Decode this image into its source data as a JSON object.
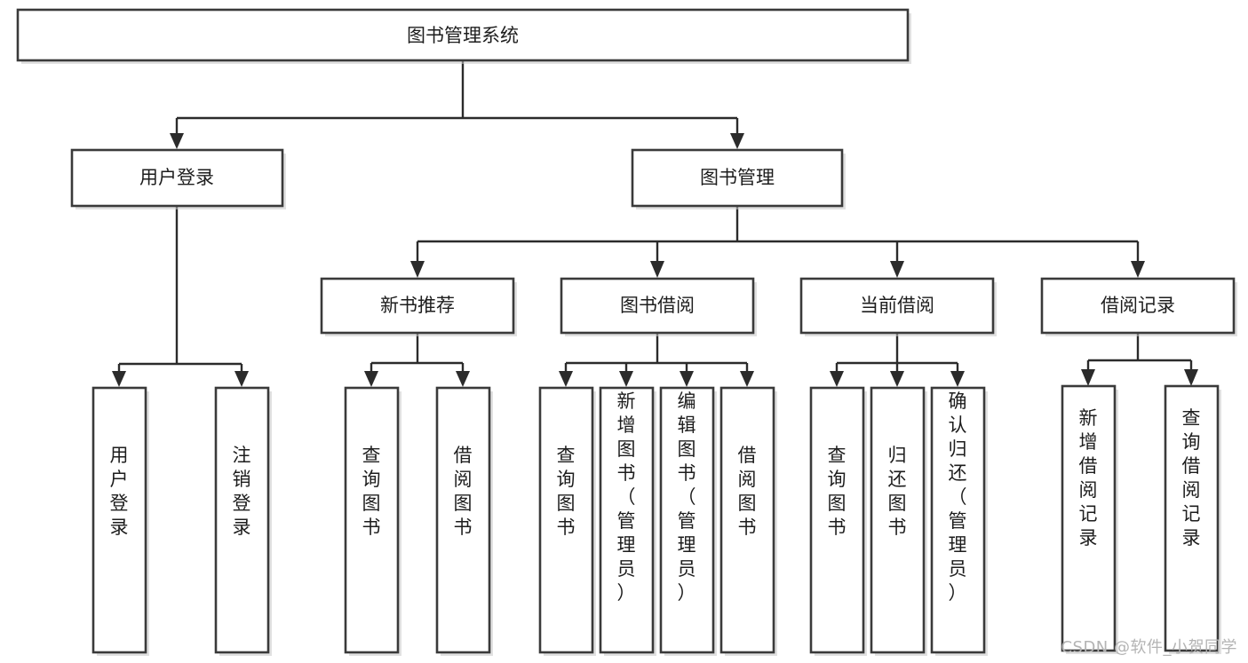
{
  "diagram": {
    "type": "tree-hierarchy",
    "orientation": "top-down",
    "title": "图书管理系统",
    "watermark": "CSDN @软件_小贺同学",
    "colors": {
      "box_stroke": "#3a3a3a",
      "box_fill": "#ffffff",
      "connector": "#2b2b2b",
      "text": "#1d1d1d",
      "watermark": "#b4b4b4",
      "background": "#ffffff"
    },
    "nodes": {
      "root": {
        "label": "图书管理系统",
        "level": 1,
        "orient": "horizontal"
      },
      "user_login": {
        "label": "用户登录",
        "level": 2,
        "orient": "horizontal"
      },
      "book_manage": {
        "label": "图书管理",
        "level": 2,
        "orient": "horizontal"
      },
      "new_book_rec": {
        "label": "新书推荐",
        "level": 3,
        "orient": "horizontal"
      },
      "book_borrow": {
        "label": "图书借阅",
        "level": 3,
        "orient": "horizontal"
      },
      "current_borrow": {
        "label": "当前借阅",
        "level": 3,
        "orient": "horizontal"
      },
      "borrow_record": {
        "label": "借阅记录",
        "level": 3,
        "orient": "horizontal"
      },
      "leaf_user_login": {
        "label": "用户登录",
        "level": 4,
        "orient": "vertical"
      },
      "leaf_logout": {
        "label": "注销登录",
        "level": 4,
        "orient": "vertical"
      },
      "leaf_query_book_1": {
        "label": "查询图书",
        "level": 4,
        "orient": "vertical"
      },
      "leaf_borrow_book_1": {
        "label": "借阅图书",
        "level": 4,
        "orient": "vertical"
      },
      "leaf_query_book_2": {
        "label": "查询图书",
        "level": 4,
        "orient": "vertical"
      },
      "leaf_add_book": {
        "label": "新增图书（管理员）",
        "level": 4,
        "orient": "vertical"
      },
      "leaf_edit_book": {
        "label": "编辑图书（管理员）",
        "level": 4,
        "orient": "vertical"
      },
      "leaf_borrow_book_2": {
        "label": "借阅图书",
        "level": 4,
        "orient": "vertical"
      },
      "leaf_query_book_3": {
        "label": "查询图书",
        "level": 4,
        "orient": "vertical"
      },
      "leaf_return_book": {
        "label": "归还图书",
        "level": 4,
        "orient": "vertical"
      },
      "leaf_confirm_return": {
        "label": "确认归还（管理员）",
        "level": 4,
        "orient": "vertical"
      },
      "leaf_add_record": {
        "label": "新增借阅记录",
        "level": 4,
        "orient": "vertical"
      },
      "leaf_query_record": {
        "label": "查询借阅记录",
        "level": 4,
        "orient": "vertical"
      }
    },
    "edges": [
      {
        "from": "root",
        "to": "user_login"
      },
      {
        "from": "root",
        "to": "book_manage"
      },
      {
        "from": "user_login",
        "to": "leaf_user_login"
      },
      {
        "from": "user_login",
        "to": "leaf_logout"
      },
      {
        "from": "book_manage",
        "to": "new_book_rec"
      },
      {
        "from": "book_manage",
        "to": "book_borrow"
      },
      {
        "from": "book_manage",
        "to": "current_borrow"
      },
      {
        "from": "book_manage",
        "to": "borrow_record"
      },
      {
        "from": "new_book_rec",
        "to": "leaf_query_book_1"
      },
      {
        "from": "new_book_rec",
        "to": "leaf_borrow_book_1"
      },
      {
        "from": "book_borrow",
        "to": "leaf_query_book_2"
      },
      {
        "from": "book_borrow",
        "to": "leaf_add_book"
      },
      {
        "from": "book_borrow",
        "to": "leaf_edit_book"
      },
      {
        "from": "book_borrow",
        "to": "leaf_borrow_book_2"
      },
      {
        "from": "current_borrow",
        "to": "leaf_query_book_3"
      },
      {
        "from": "current_borrow",
        "to": "leaf_return_book"
      },
      {
        "from": "current_borrow",
        "to": "leaf_confirm_return"
      },
      {
        "from": "borrow_record",
        "to": "leaf_add_record"
      },
      {
        "from": "borrow_record",
        "to": "leaf_query_record"
      }
    ]
  }
}
